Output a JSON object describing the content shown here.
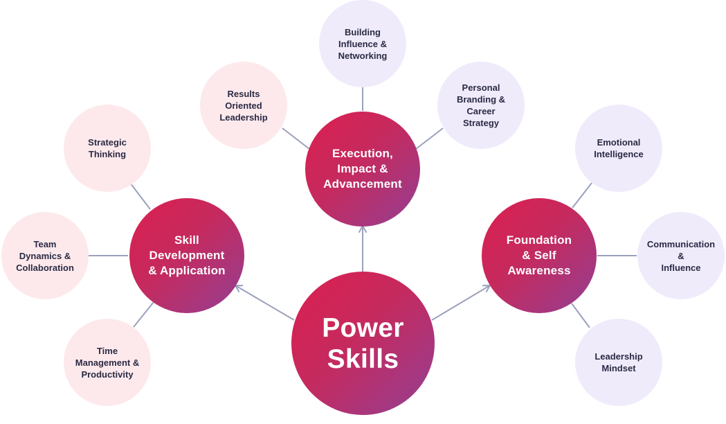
{
  "colors": {
    "hub_gradient_start": "#dc1f4f",
    "hub_gradient_end": "#933f93",
    "leaf_pink": "#fde9ec",
    "leaf_lavender": "#efebfb",
    "connector": "#9aa0bd",
    "leaf_text": "#2a2a44"
  },
  "center": {
    "label": "Power\nSkills"
  },
  "hubs": {
    "execution": {
      "label": "Execution,\nImpact &\nAdvancement"
    },
    "skill": {
      "label": "Skill\nDevelopment\n& Application"
    },
    "foundation": {
      "label": "Foundation\n& Self\nAwareness"
    }
  },
  "leaves": {
    "building": "Building\nInfluence &\nNetworking",
    "results": "Results\nOriented\nLeadership",
    "personal": "Personal\nBranding &\nCareer\nStrategy",
    "strategic": "Strategic\nThinking",
    "team": "Team\nDynamics &\nCollaboration",
    "time": "Time\nManagement &\nProductivity",
    "emotional": "Emotional\nIntelligence",
    "communication": "Communication\n&\nInfluence",
    "leadership_mindset": "Leadership\nMindset"
  }
}
